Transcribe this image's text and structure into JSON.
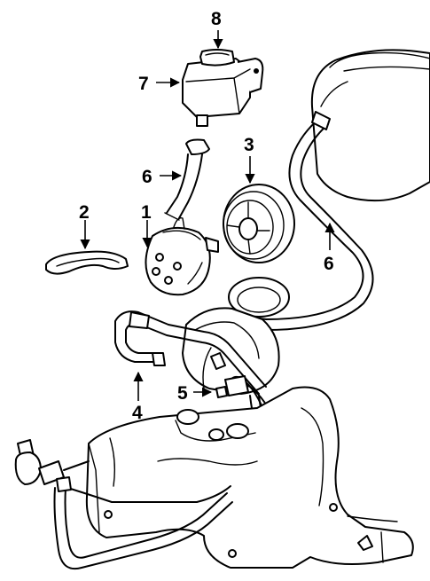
{
  "callouts": [
    {
      "id": "8",
      "text": "8"
    },
    {
      "id": "7",
      "text": "7"
    },
    {
      "id": "6a",
      "text": "6"
    },
    {
      "id": "3",
      "text": "3"
    },
    {
      "id": "2",
      "text": "2"
    },
    {
      "id": "1",
      "text": "1"
    },
    {
      "id": "6b",
      "text": "6"
    },
    {
      "id": "5",
      "text": "5"
    },
    {
      "id": "4",
      "text": "4"
    }
  ],
  "colors": {
    "line": "#000000",
    "background": "#ffffff"
  }
}
